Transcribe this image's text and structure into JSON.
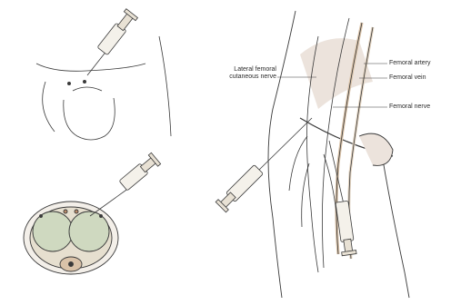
{
  "labels": {
    "lateral_femoral_line1": "Lateral femoral",
    "lateral_femoral_line2": "cutaneous nerve",
    "femoral_artery": "Femoral artery",
    "femoral_vein": "Femoral vein",
    "femoral_nerve": "Femoral nerve"
  },
  "colors": {
    "line": "#3a3a3a",
    "skin_shade": "#ece3dc",
    "vessel_fill": "#d9c2a8",
    "tissue_fill": "#cfd9c0",
    "syringe_fill": "#f4f1ea"
  }
}
